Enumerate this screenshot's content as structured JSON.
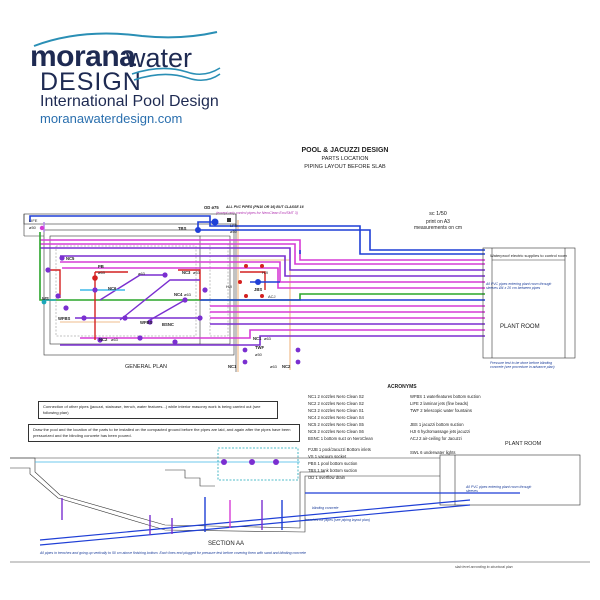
{
  "logo": {
    "brand_bold": "morana",
    "brand_light": "water",
    "brand_design": "DESIGN",
    "tagline": "International Pool Design",
    "url": "moranawaterdesign.com"
  },
  "drawing": {
    "title": "POOL & JACUZZI DESIGN",
    "subtitle": "PARTS LOCATION",
    "subtitle2": "PIPING LAYOUT BEFORE SLAB",
    "scale": "sc 1/50",
    "print": "print on A3",
    "measurements": "measurements on cm",
    "pvc_note": "ALL PVC PIPES (PN10 OR 16) BUT CLASSE 16",
    "pvc_note2": "(except only control pipes for NeroClean Eco/SMT 3)",
    "general_plan": "GENERAL PLAN",
    "section_aa": "SECTION AA",
    "plant_room": "PLANT ROOM",
    "plant_room_section": "PLANT ROOM",
    "waterproof_note": "Waterproof electric supplies to control room",
    "sleeve_note": "All PVC pipes entering plant room through sleeves Ø4 x 20 cm between pipes",
    "test_note": "Pressure test to be done before blinding concrete (see procedure in advance plan)",
    "sleeve_note_section": "All PVC pipes entering plant room through sleeves",
    "blinding": "blinding concrete",
    "trenches": "trenches for pipes (see piping layout plan)",
    "slab_note": "slab level according to structural plan",
    "bottom_note": "All pipes in trenches and going up vertically to 50 cm above finishing bottom. Each lines end plugged for pressure test before covering them with sand and blinding concrete",
    "box1": "Connection of other pipes (jacuzzi, staircase, trench, water features...) while interior masonry work is being carried out (see following plan)",
    "box2": "Draw the pool and the location of the parts to be installed on the compacted ground before the pipes are laid, and again after the pipes have been pressurized and the blinding concrete has been poured."
  },
  "labels": {
    "life": "LIFE",
    "life_size": "ø50",
    "od": "OD ø75",
    "tbs": "TBS",
    "lfr": "LFR",
    "lfr_size": "ø50",
    "nc5": "NC5",
    "pb": "PB",
    "pb_size": "ø63",
    "nc6": "NC6",
    "nc6_size": "ø63",
    "nc2": "NC2",
    "nc2_size": "ø63",
    "ws": "WS",
    "nc4": "NC4",
    "nc4_size": "ø63",
    "nc3": "NC3",
    "nc3_size": "ø63",
    "bsnc": "BSNC",
    "hji": "HJI",
    "hji2": "HJI",
    "jbs": "JBS",
    "acj": "ACJ",
    "twf": "TWF",
    "twf_size": "ø50",
    "nc1": "NC1",
    "nc1_size": "ø63",
    "wfbs": "WFBS",
    "wfbs2": "WFBS",
    "nc_bottom": "NC1",
    "wl": "NC2",
    "wl_size": "ø63"
  },
  "acronyms": {
    "title": "ACRONYMS",
    "left": [
      "NC1   2 nozzles Nero Clean S2",
      "NC2   2 nozzles Nero Clean S2",
      "NC3   2 nozzles Nero Clean S1",
      "NC4   2 nozzles Nero Clean S4",
      "NC5   2 nozzles Nero Clean S5",
      "NC6   2 nozzles Nero Clean S6",
      "BSNC  1 bottom suct on NeroClean",
      "",
      "PJJB   1 pool/Jacuzzi Bottom inlets",
      "VS    1 vacuum socket",
      "PBS   1 pool bottom suction",
      "TBS   1 tank bottom suction",
      "OD    1 overflow drain"
    ],
    "right": [
      "WFBS  1 waterfeatures bottom suction",
      "LIFE  2 laminar jets (fine beads)",
      "TWF   2 telescopic water fountains",
      "",
      "JBS   1 jacuzzi bottom suction",
      "HJI   6 hydromassage jets jacuzzi",
      "ACJ   2 air-ceiling for Jacuzzi",
      "",
      "SWL   6 underwater lights"
    ]
  },
  "colors": {
    "blue": "#1f3fd6",
    "magenta": "#d63bd6",
    "purple": "#7a2fd0",
    "red": "#d42020",
    "green": "#2aa52a",
    "orange": "#e07b1a",
    "teal": "#1aa6b8",
    "lavender": "#b58de8",
    "cyan": "#3fb8e8"
  }
}
